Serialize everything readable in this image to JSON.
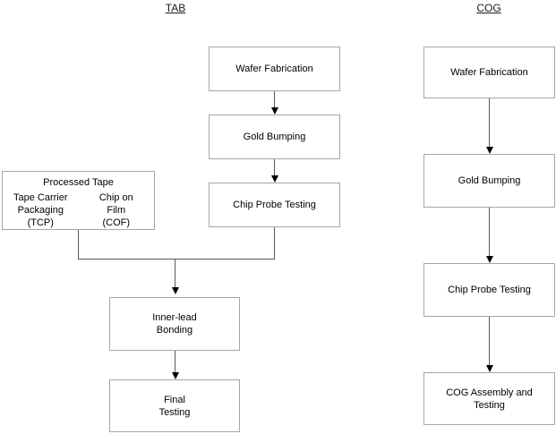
{
  "diagram": {
    "background_color": "#ffffff",
    "box_border_color": "#a6a6a6",
    "connector_color": "#595959",
    "arrowhead_color": "#000000",
    "text_color": "#000000",
    "tab": {
      "title": "TAB",
      "nodes": {
        "wafer_fabrication": "Wafer Fabrication",
        "gold_bumping": "Gold Bumping",
        "chip_probe_testing": "Chip Probe Testing",
        "processed_tape": {
          "title": "Processed Tape",
          "tcp": "Tape Carrier\nPackaging\n(TCP)",
          "cof": "Chip on\nFilm\n(COF)"
        },
        "inner_lead_bonding": "Inner-lead\nBonding",
        "final_testing": "Final\nTesting"
      }
    },
    "cog": {
      "title": "COG",
      "nodes": {
        "wafer_fabrication": "Wafer Fabrication",
        "gold_bumping": "Gold Bumping",
        "chip_probe_testing": "Chip Probe Testing",
        "cog_assembly_and_testing": "COG Assembly and\nTesting"
      }
    }
  }
}
